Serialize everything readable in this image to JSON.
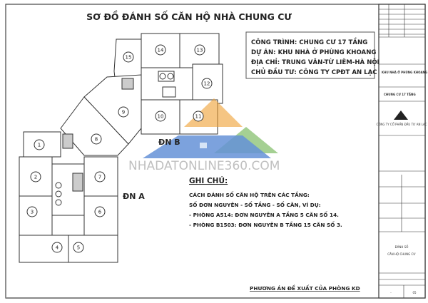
{
  "title": "SƠ ĐỒ ĐÁNH SỐ CĂN HỘ NHÀ CHUNG CƯ",
  "project_info": [
    "CÔNG TRÌNH: CHUNG CƯ 17 TẦNG",
    "DỰ ÁN: KHU NHÀ Ở PHÙNG KHOANG",
    "ĐỊA CHỈ: TRUNG VĂN-TỪ LIÊM-HÀ NỘI",
    "CHỦ ĐẦU TƯ: CÔNG TY CPĐT AN LẠC"
  ],
  "plan": {
    "block_a_label": "ĐN A",
    "block_b_label": "ĐN B",
    "units": [
      "1",
      "2",
      "3",
      "4",
      "5",
      "6",
      "7",
      "8",
      "9",
      "10",
      "11",
      "12",
      "13",
      "14",
      "15"
    ]
  },
  "notes": {
    "heading": "GHI CHÚ:",
    "lines": [
      "CÁCH ĐÁNH SỐ CĂN HỘ TRÊN CÁC TẦNG:",
      "SỐ ĐƠN NGUYÊN - SỐ TẦNG - SỐ CĂN, VÍ DỤ:",
      "- PHÒNG A514: ĐƠN NGUYÊN A TẦNG 5 CĂN SỐ 14.",
      "- PHÒNG B1503: ĐƠN NGUYÊN B TẦNG 15 CĂN SỐ 3."
    ]
  },
  "footer_note": "PHƯƠNG ÁN ĐỀ XUẤT CỦA PHÒNG KD",
  "title_block": {
    "project": "KHU NHÀ Ở PHÙNG KHOANG",
    "building": "CHUNG CƯ 17 TẦNG",
    "company": "CÔNG TY CỔ PHẦN ĐẦU TƯ AN LẠC",
    "drawing_title_1": "ĐÁNH SỐ",
    "drawing_title_2": "CĂN HỘ CHUNG CƯ",
    "sheet": "05",
    "dash": "-"
  },
  "watermark": "NHADATONLINE360.COM",
  "colors": {
    "watermark_blue": "#4a7fd0",
    "watermark_orange": "#f0a030",
    "watermark_green": "#6ab04c"
  }
}
